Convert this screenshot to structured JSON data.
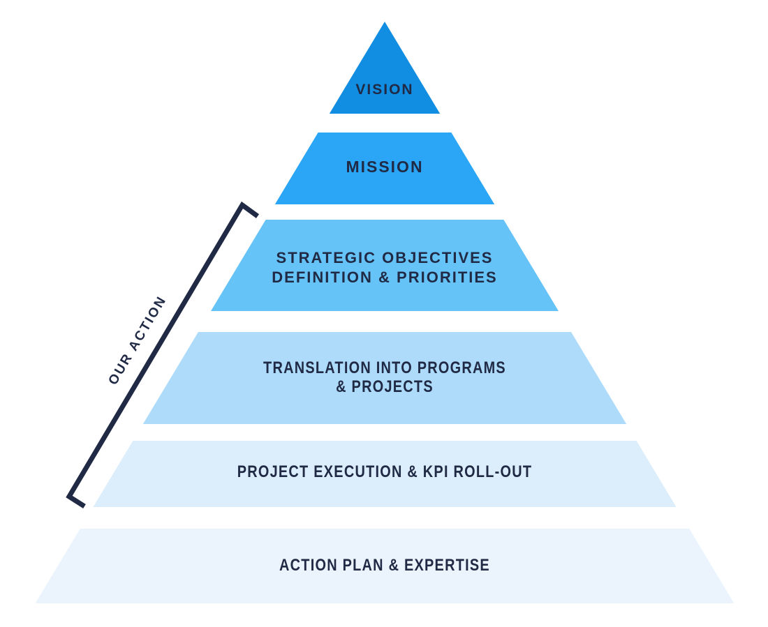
{
  "diagram": {
    "type": "pyramid",
    "background": "#ffffff",
    "text_color": "#202A45",
    "level_count": 6
  },
  "bracket": {
    "label": "OUR ACTION",
    "color": "#202A45",
    "spans_levels": [
      "strategic-objectives",
      "translation-into-programs",
      "project-execution"
    ]
  },
  "levels": [
    {
      "name": "vision",
      "color": "#118DE2",
      "lines": [
        "VISION"
      ]
    },
    {
      "name": "mission",
      "color": "#2BA6F7",
      "lines": [
        "MISSION"
      ]
    },
    {
      "name": "strategic-objectives",
      "color": "#66C3F8",
      "lines": [
        "STRATEGIC OBJECTIVES",
        "DEFINITION & PRIORITIES"
      ]
    },
    {
      "name": "translation-into-programs",
      "color": "#AEDBFA",
      "lines": [
        "TRANSLATION INTO PROGRAMS",
        "& PROJECTS"
      ]
    },
    {
      "name": "project-execution",
      "color": "#DCEDFB",
      "lines": [
        "PROJECT EXECUTION & KPI ROLL-OUT"
      ]
    },
    {
      "name": "action-plan",
      "color": "#EBF4FD",
      "lines": [
        "ACTION PLAN & EXPERTISE"
      ]
    }
  ]
}
